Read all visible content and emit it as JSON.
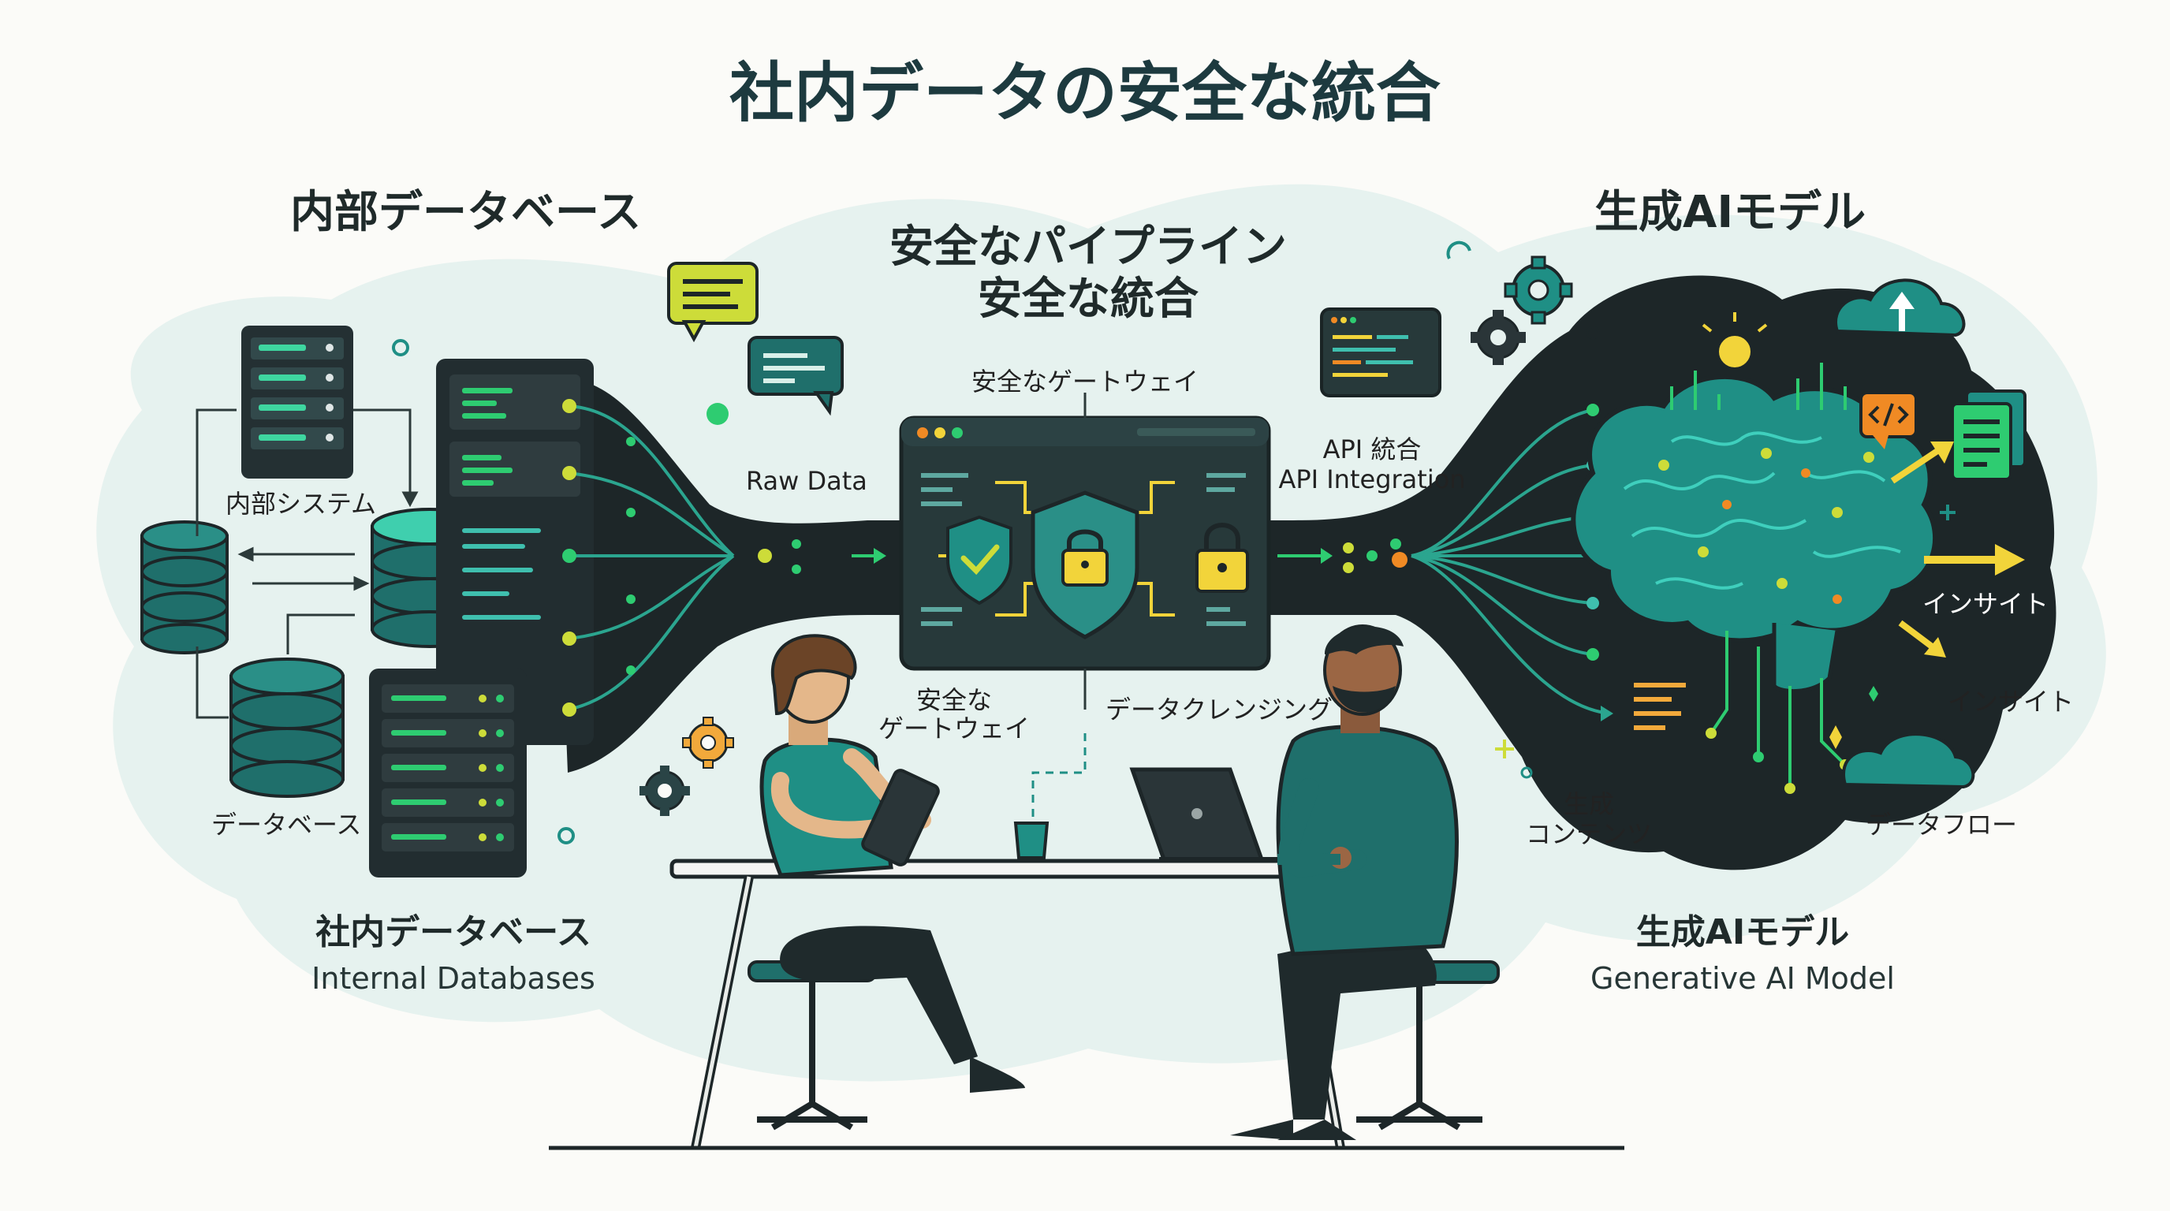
{
  "title": "社内データの安全な統合",
  "left": {
    "heading": "内部データベース",
    "internal_systems": "内部システム",
    "database": "データベース",
    "section_title": "社内データベース",
    "section_subtitle": "Internal Databases"
  },
  "center": {
    "heading_line1": "安全なパイプライン",
    "heading_line2": "安全な統合",
    "gateway_top": "安全なゲートウェイ",
    "raw_data": "Raw Data",
    "gateway_bottom_line1": "安全な",
    "gateway_bottom_line2": "ゲートウェイ",
    "cleansing": "データクレンジング",
    "api_line1": "API 統合",
    "api_line2": "API Integration"
  },
  "right": {
    "heading": "生成AIモデル",
    "insight1": "インサイト",
    "insight2": "インサイト",
    "generated_line1": "生成",
    "generated_line2": "コンテンツ",
    "dataflow": "データフロー",
    "section_title": "生成AIモデル",
    "section_subtitle": "Generative AI Model"
  },
  "colors": {
    "dark": "#1c2527",
    "teal": "#1f8f85",
    "teal_light": "#3fbfae",
    "mint_bg": "#e4f1ef",
    "green": "#2ecc71",
    "yellow": "#f2d43a",
    "lime": "#cddc39",
    "orange": "#f08a24"
  }
}
